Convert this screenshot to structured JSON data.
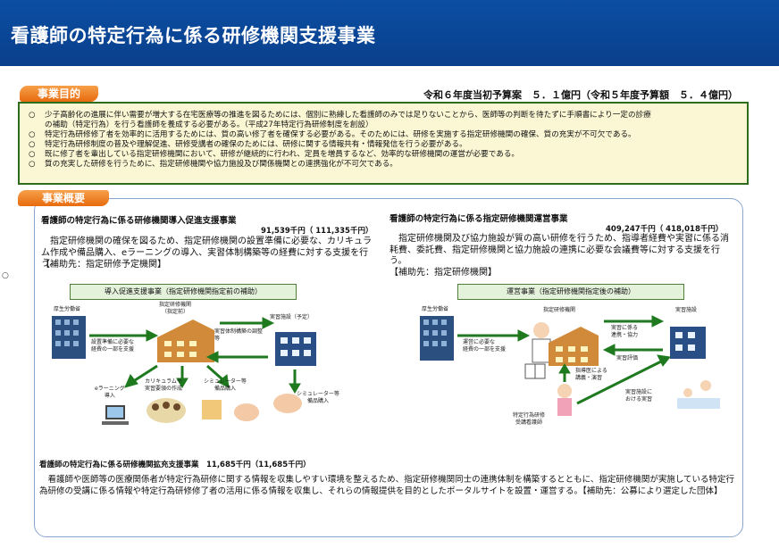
{
  "header": {
    "title": "看護師の特定行為に係る研修機関支援事業"
  },
  "purpose": {
    "tag": "事業目的",
    "budget": "令和６年度当初予算案　５．１億円（令和５年度予算額　５．４億円）",
    "bullet_symbol": "○",
    "items": [
      "少子高齢化の進展に伴い需要が増大する在宅医療等の推進を図るためには、個別に熟練した看護師のみでは足りないことから、医師等の判断を待たずに手順書により一定の診療",
      "の補助（特定行為）を行う看護師を養成する必要がある。（平成27年特定行為研修制度を創設）",
      "特定行為研修修了者を効率的に活用するためには、質の高い修了者を確保する必要がある。そのためには、研修を実施する指定研修機関の確保、質の充実が不可欠である。",
      "特定行為研修制度の普及や理解促進、研修受講者の確保のためには、研修に関する情報共有・情報発信を行う必要がある。",
      "既に修了者を輩出している指定研修機関において、研修が継続的に行われ、定員を増員するなど、効率的な研修機関の運営が必要である。",
      "質の充実した研修を行うために、指定研修機関や協力施設及び関係機関との連携強化が不可欠である。"
    ]
  },
  "overview": {
    "tag": "事業概要",
    "left": {
      "title": "看護師の特定行為に係る研修機関導入促進支援事業",
      "amount": "91,539千円（ 111,335千円）",
      "body": "　指定研修機関の確保を図るため、指定研修機関の設置準備に必要な、カリキュラム作成や備品購入、eラーニングの導入、実習体制構築等の経費に対する支援を行う。",
      "grant": "【補助先：指定研修予定機関】",
      "flow_label": "導入促進支援事業（指定研修機関指定前の補助）",
      "nodes": {
        "ministry": "厚生労働省",
        "institution": "指定研修機関\n（指定前）",
        "practice_site": "実習施設（予定）",
        "subsidy": "設置準備に必要な\n経費の一部を支援",
        "practice_support": "実習体制構築の調整\n等",
        "elearning": "eラーニング\n導入",
        "curriculum": "カリキュラムや\n実習要領の作成",
        "simulator1": "シミュレーター等\n備品購入",
        "simulator2": "シミュレーター等\n備品購入"
      }
    },
    "right": {
      "title": "看護師の特定行為に係る指定研修機関運営事業",
      "amount": "409,247千円（ 418,018千円）",
      "body": "　指定研修機関及び協力施設が質の高い研修を行うため、指導者経費や実習に係る消耗費、委託費、指定研修機関と協力施設の連携に必要な会議費等に対する支援を行う。",
      "grant": "【補助先：指定研修機関】",
      "flow_label": "運営事業（指定研修機関指定後の補助）",
      "nodes": {
        "ministry": "厚生労働省",
        "institution": "指定研修機関",
        "practice_site": "実習施設",
        "subsidy": "運営に必要な\n経費の一部を支援",
        "cooperation": "実習に係る\n連携・協力",
        "evaluation": "実習評価",
        "lecture": "指導医による\n講義・演習",
        "trainee": "特定行為研修\n受講看護師",
        "practice_at_site": "実習施設に\nおける実習"
      }
    },
    "bottom": {
      "title": "看護師の特定行為に係る研修機関拡充支援事業　11,685千円（11,685千円）",
      "body": "　看護師や医師等の医療関係者が特定行為研修に関する情報を収集しやすい環境を整えるため、指定研修機関同士の連携体制を構築するとともに、指定研修機関が実施している特定行為研修の受講に係る情報や特定行為研修修了者の活用に係る情報を収集し、それらの情報提供を目的としたポータルサイトを設置・運営する。【補助先：公募により選定した団体】"
    }
  },
  "colors": {
    "header": "#0a3f8c",
    "tag_orange": "#e86b0e",
    "purpose_bg": "#fbf7d4",
    "purpose_border": "#2f6d1e",
    "arrow_green": "#1f7a1f",
    "flow_label_bg": "#e4f2dc"
  }
}
